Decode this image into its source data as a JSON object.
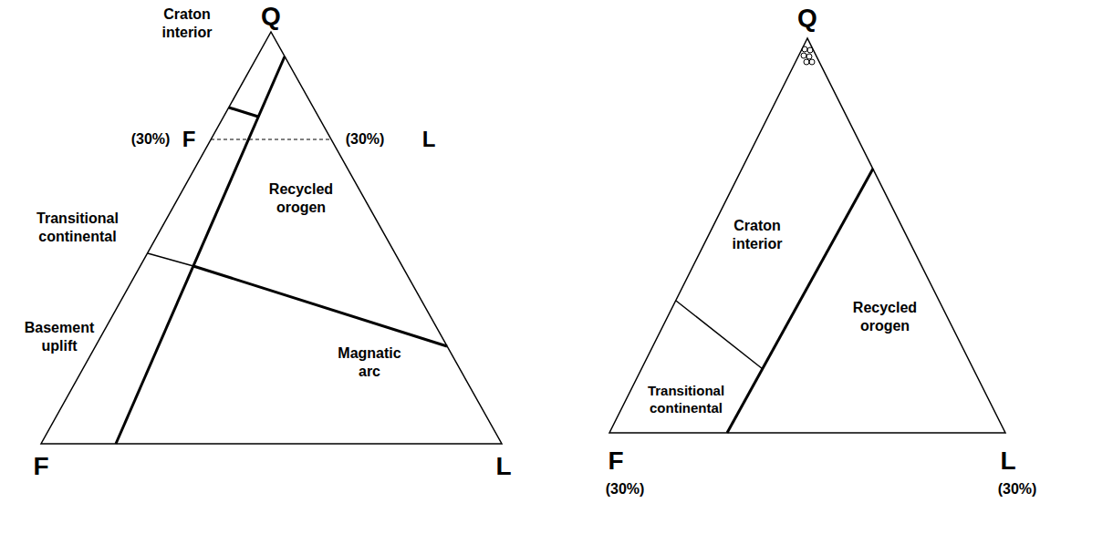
{
  "diagram": {
    "labels": [
      "Q",
      "Craton interior",
      "(30%)",
      "F",
      "(30%)",
      "L",
      "Transitional continental",
      "Recycled orogen",
      "Basement uplift",
      "Magnatic arc",
      "F",
      "L",
      "Q",
      "Craton interior",
      "Recycled orogen",
      "Transitional continental",
      "F",
      "(30%)",
      "L",
      "(30%)"
    ]
  }
}
